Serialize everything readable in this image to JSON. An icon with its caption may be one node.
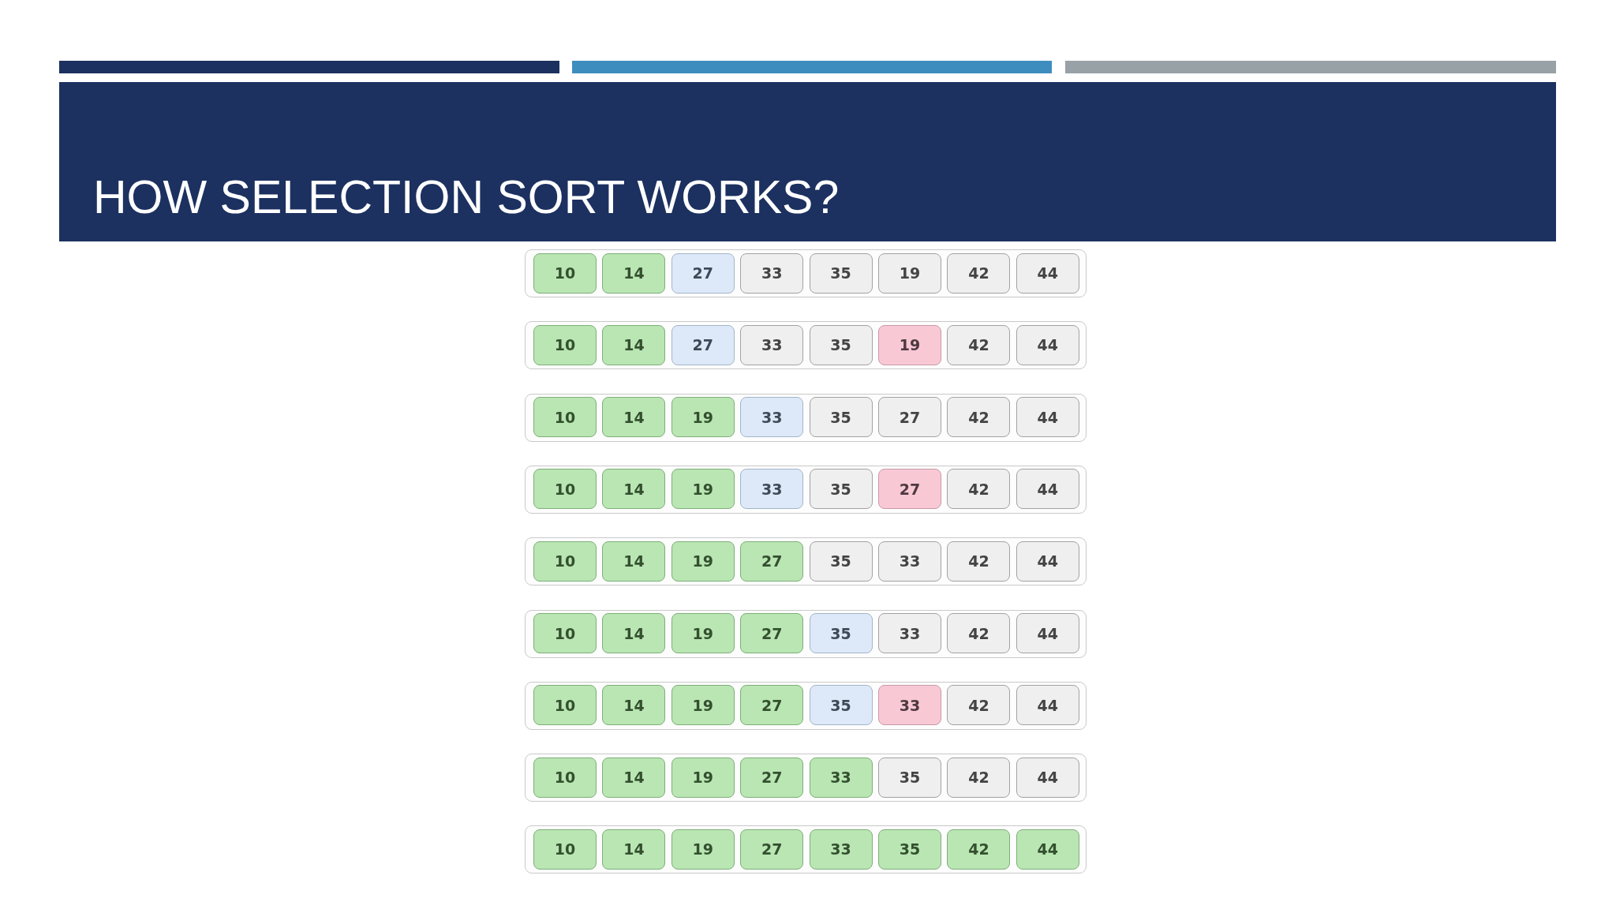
{
  "diagram": {
    "title": "HOW SELECTION SORT WORKS?",
    "nodes": [
      {
        "text": [],
        "shape": "box"
      },
      {
        "text": [
          "10"
        ],
        "in": 0
      },
      {
        "text": [
          "14"
        ],
        "in": 0
      },
      {
        "text": [
          "27"
        ],
        "in": 0
      },
      {
        "text": [
          "33"
        ],
        "in": 0
      },
      {
        "text": [
          "35"
        ],
        "in": 0
      },
      {
        "text": [
          "19"
        ],
        "in": 0
      },
      {
        "text": [
          "42"
        ],
        "in": 0
      },
      {
        "text": [
          "44"
        ],
        "in": 0
      },
      {
        "text": [],
        "shape": "box"
      },
      {
        "text": [
          "10"
        ],
        "in": 9
      },
      {
        "text": [
          "14"
        ],
        "in": 9
      },
      {
        "text": [
          "27"
        ],
        "in": 9
      },
      {
        "text": [
          "33"
        ],
        "in": 9
      },
      {
        "text": [
          "35"
        ],
        "in": 9
      },
      {
        "text": [
          "19"
        ],
        "in": 9
      },
      {
        "text": [
          "42"
        ],
        "in": 9
      },
      {
        "text": [
          "44"
        ],
        "in": 9
      },
      {
        "text": [],
        "shape": "box"
      },
      {
        "text": [
          "10"
        ],
        "in": 18
      },
      {
        "text": [
          "14"
        ],
        "in": 18
      },
      {
        "text": [
          "19"
        ],
        "in": 18
      },
      {
        "text": [
          "33"
        ],
        "in": 18
      },
      {
        "text": [
          "35"
        ],
        "in": 18
      },
      {
        "text": [
          "27"
        ],
        "in": 18
      },
      {
        "text": [
          "42"
        ],
        "in": 18
      },
      {
        "text": [
          "44"
        ],
        "in": 18
      },
      {
        "text": [],
        "shape": "box"
      },
      {
        "text": [
          "10"
        ],
        "in": 27
      },
      {
        "text": [
          "14"
        ],
        "in": 27
      },
      {
        "text": [
          "19"
        ],
        "in": 27
      },
      {
        "text": [
          "33"
        ],
        "in": 27
      },
      {
        "text": [
          "35"
        ],
        "in": 27
      },
      {
        "text": [
          "27"
        ],
        "in": 27
      },
      {
        "text": [
          "42"
        ],
        "in": 27
      },
      {
        "text": [
          "44"
        ],
        "in": 27
      },
      {
        "text": [],
        "shape": "box"
      },
      {
        "text": [
          "10"
        ],
        "in": 36
      },
      {
        "text": [
          "14"
        ],
        "in": 36
      },
      {
        "text": [
          "19"
        ],
        "in": 36
      },
      {
        "text": [
          "27"
        ],
        "in": 36
      },
      {
        "text": [
          "35"
        ],
        "in": 36
      },
      {
        "text": [
          "33"
        ],
        "in": 36
      },
      {
        "text": [
          "42"
        ],
        "in": 36
      },
      {
        "text": [
          "44"
        ],
        "in": 36
      },
      {
        "text": [],
        "shape": "box"
      },
      {
        "text": [
          "10"
        ],
        "in": 45
      },
      {
        "text": [
          "14"
        ],
        "in": 45
      },
      {
        "text": [
          "19"
        ],
        "in": 45
      },
      {
        "text": [
          "27"
        ],
        "in": 45
      },
      {
        "text": [
          "35"
        ],
        "in": 45
      },
      {
        "text": [
          "33"
        ],
        "in": 45
      },
      {
        "text": [
          "42"
        ],
        "in": 45
      },
      {
        "text": [
          "44"
        ],
        "in": 45
      },
      {
        "text": [],
        "shape": "box"
      },
      {
        "text": [
          "10"
        ],
        "in": 54
      },
      {
        "text": [
          "14"
        ],
        "in": 54
      },
      {
        "text": [
          "19"
        ],
        "in": 54
      },
      {
        "text": [
          "27"
        ],
        "in": 54
      },
      {
        "text": [
          "35"
        ],
        "in": 54
      },
      {
        "text": [
          "33"
        ],
        "in": 54
      },
      {
        "text": [
          "42"
        ],
        "in": 54
      },
      {
        "text": [
          "44"
        ],
        "in": 54
      },
      {
        "text": [],
        "shape": "box"
      },
      {
        "text": [
          "10"
        ],
        "in": 63
      },
      {
        "text": [
          "14"
        ],
        "in": 63
      },
      {
        "text": [
          "19"
        ],
        "in": 63
      },
      {
        "text": [
          "27"
        ],
        "in": 63
      },
      {
        "text": [
          "33"
        ],
        "in": 63
      },
      {
        "text": [
          "35"
        ],
        "in": 63
      },
      {
        "text": [
          "42"
        ],
        "in": 63
      },
      {
        "text": [
          "44"
        ],
        "in": 63
      },
      {
        "text": [],
        "shape": "box"
      },
      {
        "text": [
          "10"
        ],
        "in": 72
      },
      {
        "text": [
          "14"
        ],
        "in": 72
      },
      {
        "text": [
          "19"
        ],
        "in": 72
      },
      {
        "text": [
          "27"
        ],
        "in": 72
      },
      {
        "text": [
          "33"
        ],
        "in": 72
      },
      {
        "text": [
          "35"
        ],
        "in": 72
      },
      {
        "text": [
          "42"
        ],
        "in": 72
      },
      {
        "text": [
          "44"
        ],
        "in": 72
      }
    ]
  }
}
